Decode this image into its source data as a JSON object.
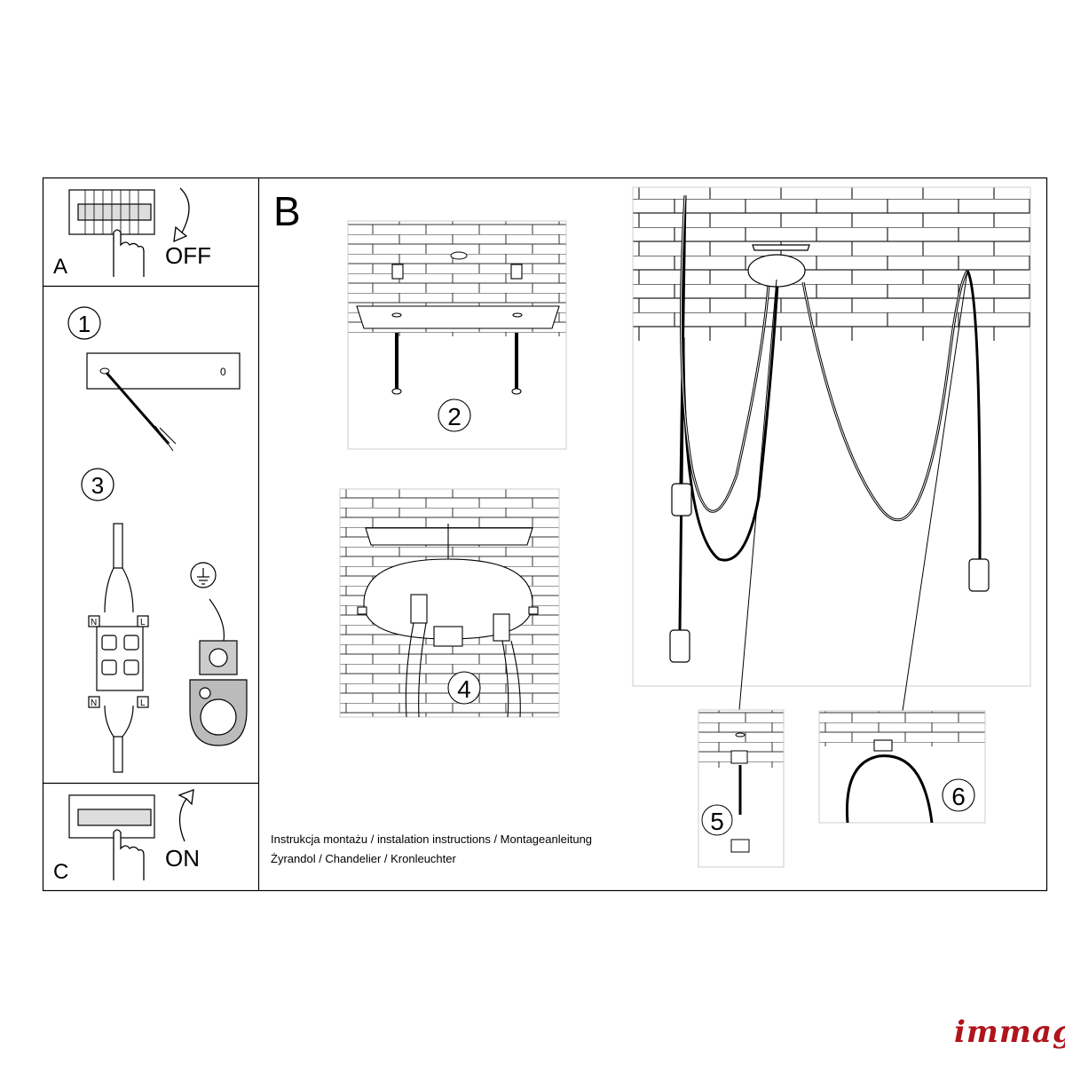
{
  "panels": {
    "a_label": "A",
    "off_label": "OFF",
    "b_label": "B",
    "c_label": "C",
    "on_label": "ON"
  },
  "steps": [
    "1",
    "2",
    "3",
    "4",
    "5",
    "6"
  ],
  "plate_mark": "0",
  "terminal_labels": {
    "n": "N",
    "l": "L"
  },
  "caption": {
    "line1": "Instrukcja montażu / instalation instructions / Montageanleitung",
    "line2": "Żyrandol / Chandelier / Kronleuchter"
  },
  "brand": {
    "name": "immag",
    "color": "#b0141c"
  }
}
